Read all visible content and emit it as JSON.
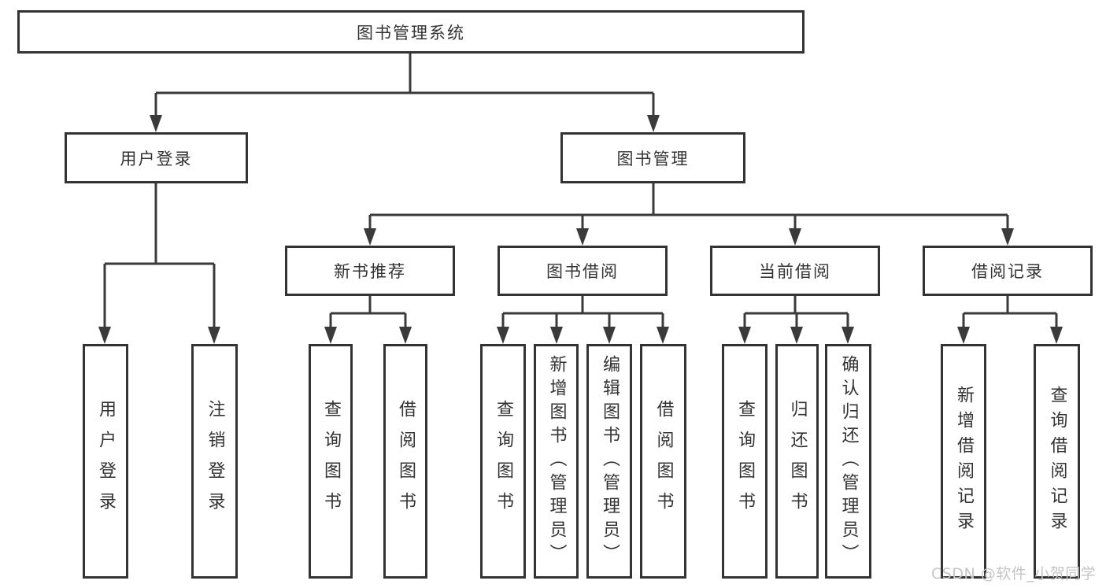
{
  "diagram": {
    "root": {
      "label": "图书管理系统"
    },
    "branches": [
      {
        "label": "用户登录",
        "children": [
          {
            "label": "用户登录"
          },
          {
            "label": "注销登录"
          }
        ]
      },
      {
        "label": "图书管理",
        "children": [
          {
            "label": "新书推荐",
            "children": [
              {
                "label": "查询图书"
              },
              {
                "label": "借阅图书"
              }
            ]
          },
          {
            "label": "图书借阅",
            "children": [
              {
                "label": "查询图书"
              },
              {
                "label": "新增图书（管理员）"
              },
              {
                "label": "编辑图书（管理员）"
              },
              {
                "label": "借阅图书"
              }
            ]
          },
          {
            "label": "当前借阅",
            "children": [
              {
                "label": "查询图书"
              },
              {
                "label": "归还图书"
              },
              {
                "label": "确认归还（管理员）"
              }
            ]
          },
          {
            "label": "借阅记录",
            "children": [
              {
                "label": "新增借阅记录"
              },
              {
                "label": "查询借阅记录"
              }
            ]
          }
        ]
      }
    ],
    "watermark": "CSDN @软件_小贺同学",
    "colors": {
      "line": "#3a3a3a",
      "box_border": "#333333",
      "text": "#333333",
      "watermark": "#c5c5c5",
      "background": "#ffffff"
    }
  }
}
